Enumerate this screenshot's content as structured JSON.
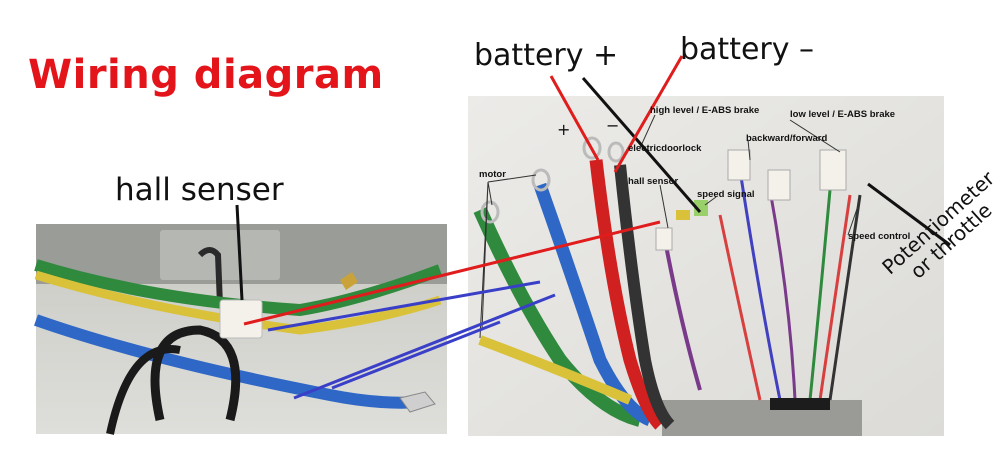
{
  "title": "Wiring diagram",
  "labels": {
    "hall_senser": "hall senser",
    "battery_plus": "battery +",
    "battery_minus": "battery –",
    "potentiometer_line1": "Potentiometer",
    "potentiometer_line2": "or throttle"
  },
  "photo_labels": {
    "motor": "motor",
    "hall_sensor": "hall sensor",
    "electricdoorlock": "electricdoorlock",
    "speed_signal": "speed signal",
    "high_level_brake": "high level / E-ABS brake",
    "low_level_brake": "low level / E-ABS brake",
    "backward_forward": "backward/forward",
    "speed_control": "speed control",
    "plus": "+",
    "minus": "−"
  },
  "colors": {
    "title": "#e4141b",
    "red_wire": "#e01c1c",
    "blue_line": "#3a3fc8",
    "green_wire": "#2f8a3e",
    "yellow_wire": "#d9c23a"
  }
}
